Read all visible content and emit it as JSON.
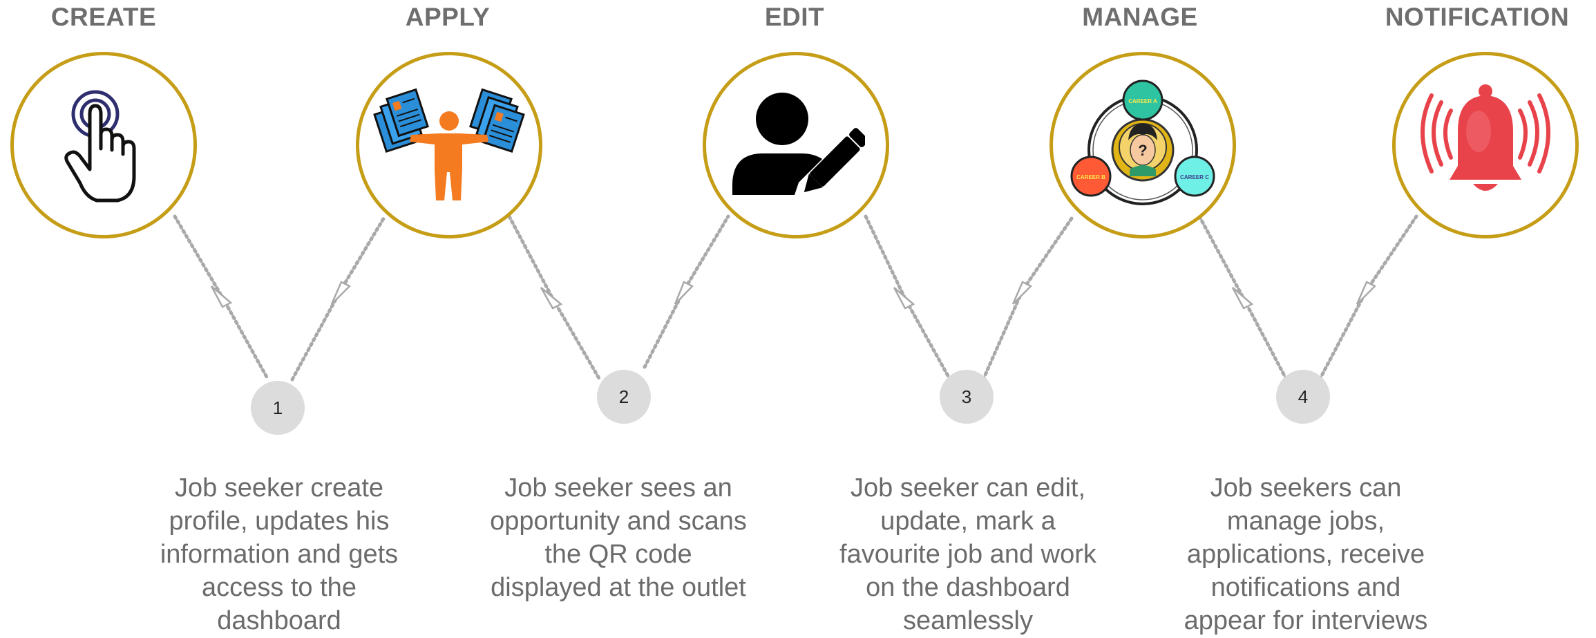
{
  "stages": [
    {
      "title": "CREATE",
      "icon": "tap-hand-icon"
    },
    {
      "title": "APPLY",
      "icon": "resume-person-icon"
    },
    {
      "title": "EDIT",
      "icon": "user-edit-icon"
    },
    {
      "title": "MANAGE",
      "icon": "career-options-icon",
      "icon_labels": [
        "CAREER A",
        "CAREER B",
        "CAREER C"
      ]
    },
    {
      "title": "NOTIFICATION",
      "icon": "bell-icon"
    }
  ],
  "steps": [
    {
      "number": "1",
      "text": "Job seeker create profile, updates his information and gets access to the dashboard"
    },
    {
      "number": "2",
      "text": "Job seeker sees an opportunity and scans the QR code displayed at the outlet"
    },
    {
      "number": "3",
      "text": "Job seeker can edit, update, mark a favourite job and work on the dashboard seamlessly"
    },
    {
      "number": "4",
      "text": "Job seekers can manage jobs, applications, receive notifications and appear for interviews"
    }
  ],
  "colors": {
    "circle_border": "#c59d16",
    "title_text": "#6e6e6e",
    "step_badge": "#dcdcdc",
    "connector": "#a9a9a9",
    "apply_person": "#f47b20",
    "bell": "#e8434b"
  }
}
